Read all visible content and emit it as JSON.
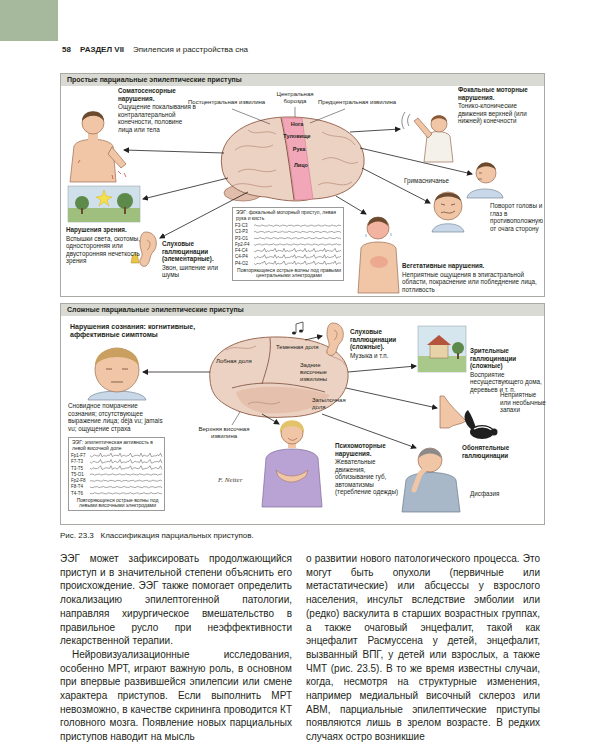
{
  "diagram": {
    "caption": "Рис. 23.3   Классификация парциальных приступов.",
    "nodes": [
      {
        "text": [
          "Простые парциальные эпилептические приступы"
        ]
      },
      {
        "text": [
          "Сложные парциальные эпилептические приступы"
        ]
      },
      {
        "text": [
          "ЭЭГ: фокальный моторный приступ, левая рука и кисть",
          "F3-C3",
          "C3-P3",
          "P3-O1",
          "Fp2-F4",
          "F4-C4",
          "C4-P4",
          "P4-O2",
          "Повторяющиеся острые волны под правыми центральными электродами"
        ],
        "in": 0
      },
      {
        "text": [
          "ЭЭГ: эпилептическая активность в левой височной доле",
          "Fp1-F7",
          "F7-T3",
          "T3-T5",
          "T5-O1",
          "Fp2-F8",
          "F8-T4",
          "T4-T6",
          "Повторяющиеся острые волны под левыми височными электродами"
        ],
        "in": 1
      }
    ],
    "labels": [
      "58",
      "РАЗДЕЛ VII",
      "Эпилепсия и расстройства сна",
      "Соматосенсорные нарушения.",
      "Ощущение покалывания в контралатеральной конечности, половине лица или тела",
      "Постцентральная извилина",
      "Центральная борозда",
      "Предцентральная извилина",
      "Нога",
      "Туловище",
      "Рука",
      "Лицо",
      "Фокальные моторные нарушения.",
      "Тонико-клонические движения верхней (или нижней) конечности",
      "Гримасничанье",
      "Поворот головы и глаз в противоположную от очага сторону",
      "Нарушения зрения.",
      "Вспышки света, скотомы, односторонняя или двусторонняя нечеткость зрения",
      "Слуховые галлюцинации (элементарные).",
      "Звон, шипение или шумы",
      "Вегетативные нарушения.",
      "Неприятные ощущения в эпигастральной области, покраснение или побледнение лица, потливость",
      "Нарушения сознания: когнитивные, аффективные симптомы",
      "Сновидное помрачение сознания; отсутствующее выражение лица; déjà vu; jamais vu; ощущение страха",
      "Лобная доля",
      "Теменная доля",
      "Задние височные извилины",
      "Затылочная доля",
      "Верхняя височная извилина",
      "Слуховые галлюцинации (сложные).",
      "Музыка и т.п.",
      "Зрительные галлюцинации (сложные)",
      "Восприятие несуществующего дома, деревьев и т. п.",
      "Неприятные или необычные запахи",
      "Обонятельные галлюцинации",
      "Психомоторные нарушения.",
      "Жевательные движения, облизывание губ, автоматизмы (теребление одежды)",
      "Дисфазия",
      "F. Netter",
      "ЭЭГ может зафиксировать продолжающийся приступ и в значительной степени объяснить его происхождение. ЭЭГ также помогает определить локализацию эпилептогенной патологии, направляя хирургическое вмешательство в правильное русло при неэффективности лекарственной терапии.",
      "Нейровизуализационные исследования, особенно МРТ, играют важную роль, в основном при впервые развившейся эпилепсии или смене характера приступов. Если выполнить МРТ невозможно, в качестве скрининга проводится КТ головного мозга. Появление новых парциальных приступов наводит на мысль",
      "о развитии нового патологического процесса. Это могут быть опухоли (первичные или метастатические) или абсцессы у взрослого населения, инсульт вследствие эмболии или (редко) васкулита в старших возрастных группах, а также очаговый энцефалит, такой как энцефалит Расмуссена у детей, энцефалит, вызванный ВПГ, у детей или взрослых, а также ЧМТ (рис. 23.5). В то же время известны случаи, когда, несмотря на структурные изменения, например медиальный височный склероз или АВМ, парциальные эпилептические приступы появляются лишь в зрелом возрасте. В редких случаях остро возникшие"
    ]
  }
}
